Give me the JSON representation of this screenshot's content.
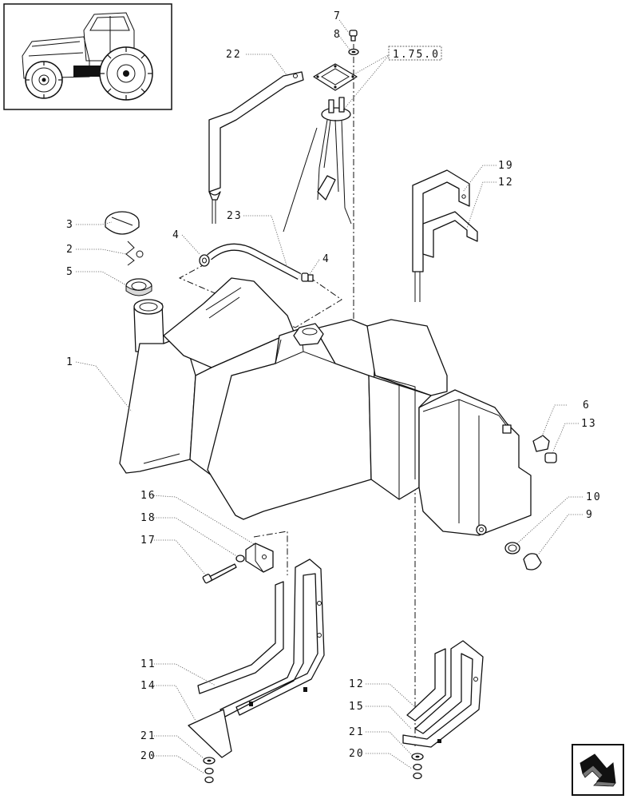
{
  "callouts": [
    {
      "id": "c7",
      "text": "7"
    },
    {
      "id": "c8",
      "text": "8"
    },
    {
      "id": "c22",
      "text": "22"
    },
    {
      "id": "c19",
      "text": "19"
    },
    {
      "id": "c12a",
      "text": "12"
    },
    {
      "id": "c3",
      "text": "3"
    },
    {
      "id": "c2",
      "text": "2"
    },
    {
      "id": "c5",
      "text": "5"
    },
    {
      "id": "c23",
      "text": "23"
    },
    {
      "id": "c4a",
      "text": "4"
    },
    {
      "id": "c4b",
      "text": "4"
    },
    {
      "id": "c1",
      "text": "1"
    },
    {
      "id": "c6",
      "text": "6"
    },
    {
      "id": "c13",
      "text": "13"
    },
    {
      "id": "c16",
      "text": "16"
    },
    {
      "id": "c18",
      "text": "18"
    },
    {
      "id": "c17",
      "text": "17"
    },
    {
      "id": "c10",
      "text": "10"
    },
    {
      "id": "c9",
      "text": "9"
    },
    {
      "id": "c11",
      "text": "11"
    },
    {
      "id": "c14",
      "text": "14"
    },
    {
      "id": "c21a",
      "text": "21"
    },
    {
      "id": "c20a",
      "text": "20"
    },
    {
      "id": "c12b",
      "text": "12"
    },
    {
      "id": "c15",
      "text": "15"
    },
    {
      "id": "c21b",
      "text": "21"
    },
    {
      "id": "c20b",
      "text": "20"
    }
  ],
  "reference_box": {
    "text": "1.75.0"
  },
  "icons": {
    "thumbnail": "tractor-thumbnail-icon",
    "nav": "next-page-arrow-icon"
  }
}
